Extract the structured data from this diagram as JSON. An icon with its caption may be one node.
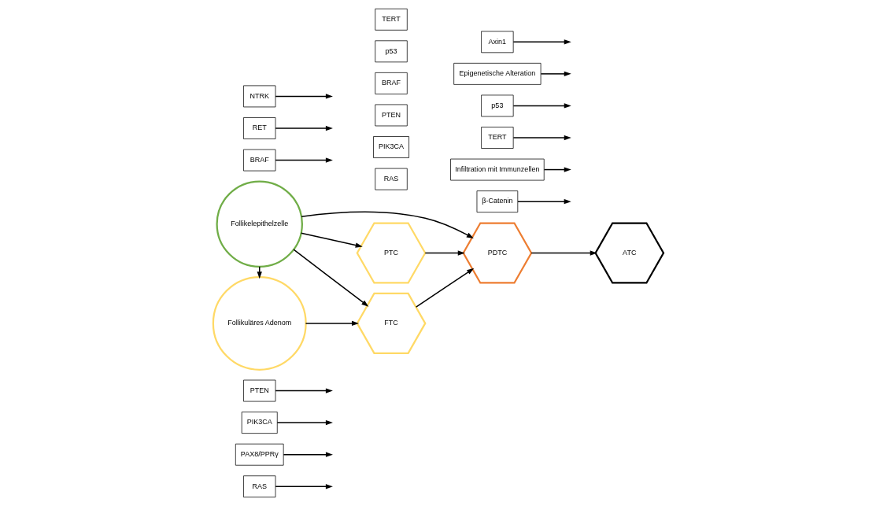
{
  "diagram": {
    "nodes": [
      {
        "text": [
          "Follikuläres Adenom"
        ]
      },
      {
        "text": [
          "Follikelepithelzelle"
        ]
      },
      {
        "text": [
          "FTC"
        ]
      },
      {
        "text": [
          "PTC"
        ]
      },
      {
        "text": [
          "PDTC"
        ]
      },
      {
        "text": [
          "ATC"
        ]
      },
      {
        "text": [
          "RAS"
        ]
      },
      {
        "text": [
          "PAX8/PPRγ"
        ]
      },
      {
        "text": [
          "PIK3CA"
        ]
      },
      {
        "text": [
          "PTEN"
        ]
      },
      {
        "text": [
          "RAS"
        ]
      },
      {
        "text": [
          "PIK3CA"
        ]
      },
      {
        "text": [
          "PTEN"
        ]
      },
      {
        "text": [
          "BRAF"
        ]
      },
      {
        "text": [
          "p53"
        ]
      },
      {
        "text": [
          "TERT"
        ]
      },
      {
        "text": [
          "BRAF"
        ]
      },
      {
        "text": [
          "RET"
        ]
      },
      {
        "text": [
          "NTRK"
        ]
      },
      {
        "text": [
          "Infiltration mit Immunzellen"
        ]
      },
      {
        "text": [
          "β-Catenin"
        ]
      },
      {
        "text": [
          "TERT"
        ]
      },
      {
        "text": [
          "p53"
        ]
      },
      {
        "text": [
          "Epigenetische Alteration"
        ]
      },
      {
        "text": [
          "Axin1"
        ]
      }
    ],
    "edges": [
      {
        "from": 1,
        "to": 0,
        "arrow": "to"
      },
      {
        "from": 0,
        "to": 2,
        "arrow": "to"
      },
      {
        "from": 1,
        "to": 2,
        "arrow": "to"
      },
      {
        "from": 1,
        "to": 4,
        "arrow": "to"
      },
      {
        "from": 1,
        "to": 3,
        "arrow": "to"
      },
      {
        "from": 2,
        "to": 4,
        "arrow": "to"
      },
      {
        "from": 3,
        "to": 4,
        "arrow": "to"
      },
      {
        "from": 4,
        "to": 5,
        "arrow": "to"
      },
      {
        "from": 6,
        "to": null,
        "arrow": "to"
      },
      {
        "from": 7,
        "to": null,
        "arrow": "to"
      },
      {
        "from": 8,
        "to": null,
        "arrow": "to"
      },
      {
        "from": 9,
        "to": null,
        "arrow": "to"
      },
      {
        "from": 16,
        "to": null,
        "arrow": "to"
      },
      {
        "from": 17,
        "to": null,
        "arrow": "to"
      },
      {
        "from": 18,
        "to": null,
        "arrow": "to"
      },
      {
        "from": 20,
        "to": null,
        "arrow": "to"
      },
      {
        "from": 19,
        "to": null,
        "arrow": "to"
      },
      {
        "from": 21,
        "to": null,
        "arrow": "to"
      },
      {
        "from": 22,
        "to": null,
        "arrow": "to"
      },
      {
        "from": 23,
        "to": null,
        "arrow": "to"
      },
      {
        "from": 24,
        "to": null,
        "arrow": "to"
      }
    ]
  }
}
